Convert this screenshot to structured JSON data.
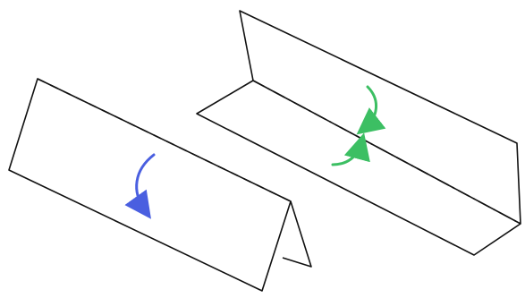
{
  "diagram": {
    "figures": [
      {
        "name": "valley-fold-tent",
        "fold_line_style": "dashed",
        "arrow_color": "#4a5fe0"
      },
      {
        "name": "mountain-fold-l",
        "fold_line_style": "dash-dot",
        "arrow_color": "#3cbf63"
      }
    ],
    "stroke_color": "#111111"
  }
}
